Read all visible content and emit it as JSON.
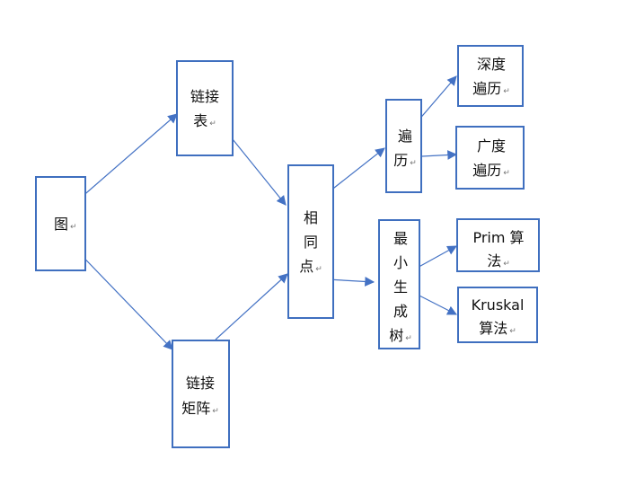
{
  "colors": {
    "box_border": "#3f6fbf",
    "arrow": "#4472c4",
    "text": "#111111"
  },
  "paragraph_mark": "↵",
  "nodes": {
    "graph": {
      "lines": [
        "图"
      ]
    },
    "adjacency_list": {
      "lines": [
        "链接",
        "表"
      ]
    },
    "adjacency_matrix": {
      "lines": [
        "链接",
        "矩阵"
      ]
    },
    "common_points": {
      "lines": [
        "相",
        "同",
        "点"
      ]
    },
    "traversal": {
      "lines": [
        "遍",
        "历"
      ]
    },
    "dfs": {
      "lines": [
        "深度",
        "遍历"
      ]
    },
    "bfs": {
      "lines": [
        "广度",
        "遍历"
      ]
    },
    "mst": {
      "lines": [
        "最",
        "小",
        "生",
        "成",
        "树"
      ]
    },
    "prim": {
      "lines": [
        "Prim 算",
        "法"
      ]
    },
    "kruskal": {
      "lines": [
        "Kruskal",
        "算法"
      ]
    }
  },
  "edges": [
    {
      "from": "graph",
      "to": "adjacency_list"
    },
    {
      "from": "graph",
      "to": "adjacency_matrix"
    },
    {
      "from": "adjacency_list",
      "to": "common_points"
    },
    {
      "from": "adjacency_matrix",
      "to": "common_points"
    },
    {
      "from": "common_points",
      "to": "traversal"
    },
    {
      "from": "common_points",
      "to": "mst"
    },
    {
      "from": "traversal",
      "to": "dfs"
    },
    {
      "from": "traversal",
      "to": "bfs"
    },
    {
      "from": "mst",
      "to": "prim"
    },
    {
      "from": "mst",
      "to": "kruskal"
    }
  ]
}
